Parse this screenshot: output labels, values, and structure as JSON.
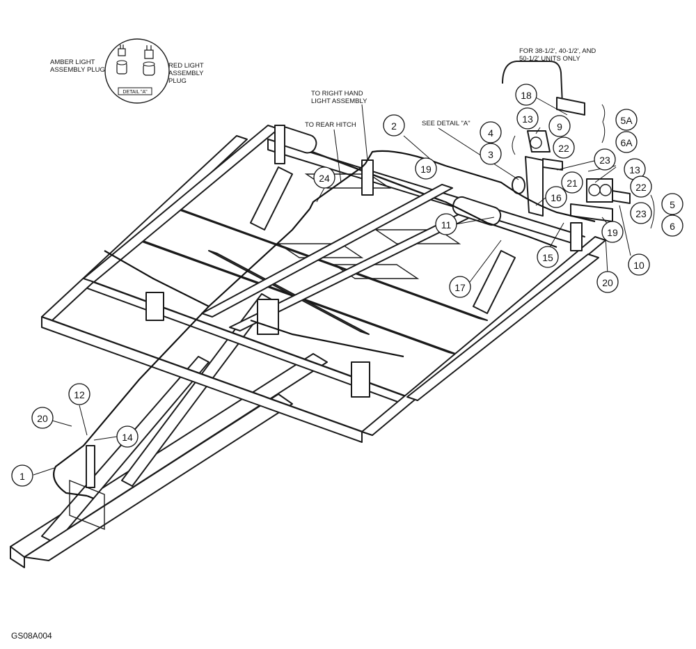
{
  "notes": {
    "amber_plug": [
      "AMBER LIGHT",
      "ASSEMBLY PLUG"
    ],
    "red_plug": [
      "RED LIGHT",
      "ASSEMBLY",
      "PLUG"
    ],
    "detail_tag": "DETAIL \"A\"",
    "right_hand": [
      "TO RIGHT HAND",
      "LIGHT ASSEMBLY"
    ],
    "rear_hitch": "TO REAR HITCH",
    "see_detail": "SEE DETAIL \"A\"",
    "units_only": [
      "FOR 38-1/2', 40-1/2', AND",
      "50-1/2' UNITS ONLY"
    ]
  },
  "callouts": [
    {
      "id": "c-2",
      "label": "2"
    },
    {
      "id": "c-19a",
      "label": "19"
    },
    {
      "id": "c-24",
      "label": "24"
    },
    {
      "id": "c-11",
      "label": "11"
    },
    {
      "id": "c-16",
      "label": "16"
    },
    {
      "id": "c-15",
      "label": "15"
    },
    {
      "id": "c-17",
      "label": "17"
    },
    {
      "id": "c-18",
      "label": "18"
    },
    {
      "id": "c-13a",
      "label": "13"
    },
    {
      "id": "c-9",
      "label": "9"
    },
    {
      "id": "c-4",
      "label": "4"
    },
    {
      "id": "c-3",
      "label": "3"
    },
    {
      "id": "c-22a",
      "label": "22"
    },
    {
      "id": "c-5a",
      "label": "5A"
    },
    {
      "id": "c-6a",
      "label": "6A"
    },
    {
      "id": "c-23a",
      "label": "23"
    },
    {
      "id": "c-13b",
      "label": "13"
    },
    {
      "id": "c-21",
      "label": "21"
    },
    {
      "id": "c-22b",
      "label": "22"
    },
    {
      "id": "c-5",
      "label": "5"
    },
    {
      "id": "c-23b",
      "label": "23"
    },
    {
      "id": "c-6",
      "label": "6"
    },
    {
      "id": "c-19b",
      "label": "19"
    },
    {
      "id": "c-10",
      "label": "10"
    },
    {
      "id": "c-20a",
      "label": "20"
    },
    {
      "id": "c-12",
      "label": "12"
    },
    {
      "id": "c-20b",
      "label": "20"
    },
    {
      "id": "c-14",
      "label": "14"
    },
    {
      "id": "c-1",
      "label": "1"
    }
  ],
  "figure_id": "GS08A004"
}
